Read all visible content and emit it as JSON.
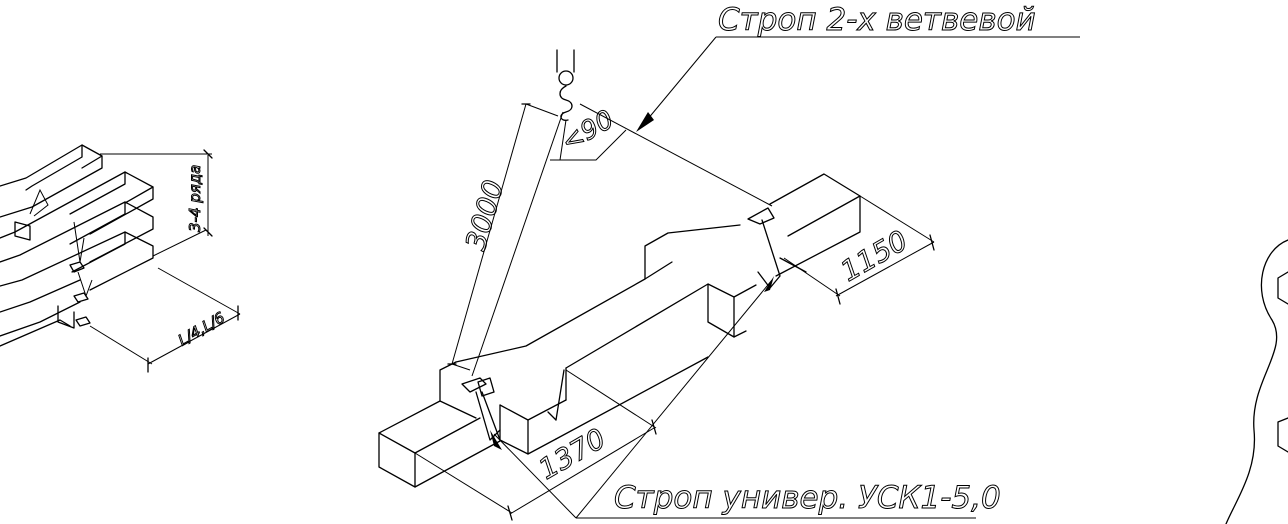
{
  "annotations": {
    "sling_two_branch": "Строп 2-х ветвевой",
    "sling_universal": "Строп универ. УСК1-5,0",
    "angle": "<90",
    "rows": "3-4 ряда",
    "support_spacing": "L/4,L/6"
  },
  "dimensions": {
    "sling_length": "3000",
    "member_width": "1150",
    "arm_offset": "1370"
  }
}
